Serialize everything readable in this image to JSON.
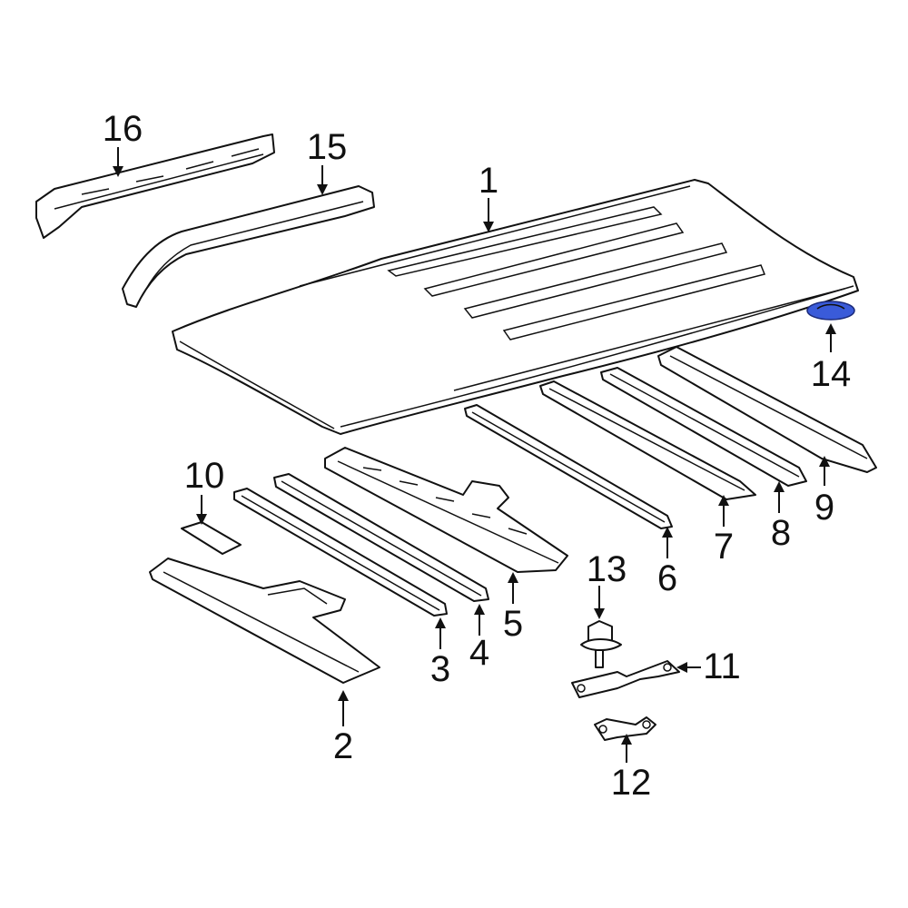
{
  "callouts": [
    {
      "id": "1",
      "label": "1"
    },
    {
      "id": "2",
      "label": "2"
    },
    {
      "id": "3",
      "label": "3"
    },
    {
      "id": "4",
      "label": "4"
    },
    {
      "id": "5",
      "label": "5"
    },
    {
      "id": "6",
      "label": "6"
    },
    {
      "id": "7",
      "label": "7"
    },
    {
      "id": "8",
      "label": "8"
    },
    {
      "id": "9",
      "label": "9"
    },
    {
      "id": "10",
      "label": "10"
    },
    {
      "id": "11",
      "label": "11"
    },
    {
      "id": "12",
      "label": "12"
    },
    {
      "id": "13",
      "label": "13"
    },
    {
      "id": "14",
      "label": "14"
    },
    {
      "id": "15",
      "label": "15"
    },
    {
      "id": "16",
      "label": "16"
    }
  ],
  "colors": {
    "line": "#111111",
    "highlight_fill": "#3a5bd9",
    "highlight_stroke": "#1b2a7a",
    "background": "#ffffff"
  }
}
